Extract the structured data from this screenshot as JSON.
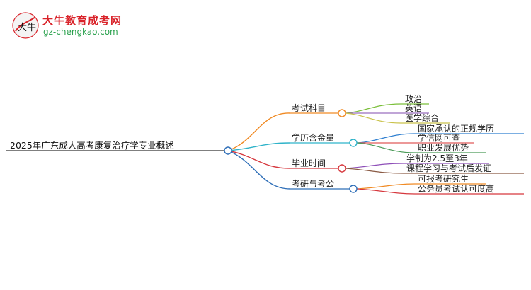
{
  "logo": {
    "title": "大牛教育成考网",
    "subtitle": "gz-chengkao.com",
    "mark_text": "大牛"
  },
  "root": {
    "label": "2025年广东成人高考康复治疗学专业概述"
  },
  "branches": [
    {
      "label": "考试科目",
      "color": "#f08a24",
      "children": [
        "政治",
        "英语",
        "医学综合"
      ],
      "child_colors": [
        "#7bbf3a",
        "#9a6fbf",
        "#c9c24a"
      ]
    },
    {
      "label": "学历含金量",
      "color": "#2fb3c9",
      "children": [
        "国家承认的正规学历",
        "学信网可查",
        "职业发展优势"
      ],
      "child_colors": [
        "#2f7fd0",
        "#e05a5a",
        "#4a9b57"
      ]
    },
    {
      "label": "毕业时间",
      "color": "#d6383e",
      "children": [
        "学制为2.5至3年",
        "课程学习与考试后发证"
      ],
      "child_colors": [
        "#8e4fb8",
        "#8a5a44"
      ]
    },
    {
      "label": "考研与考公",
      "color": "#2f6fb8",
      "children": [
        "可报考研究生",
        "公务员考试认可度高"
      ],
      "child_colors": [
        "#f08a24",
        "#d6383e"
      ]
    }
  ],
  "colors": {
    "root_line": "#333333",
    "node_fill": "#ffffff"
  }
}
